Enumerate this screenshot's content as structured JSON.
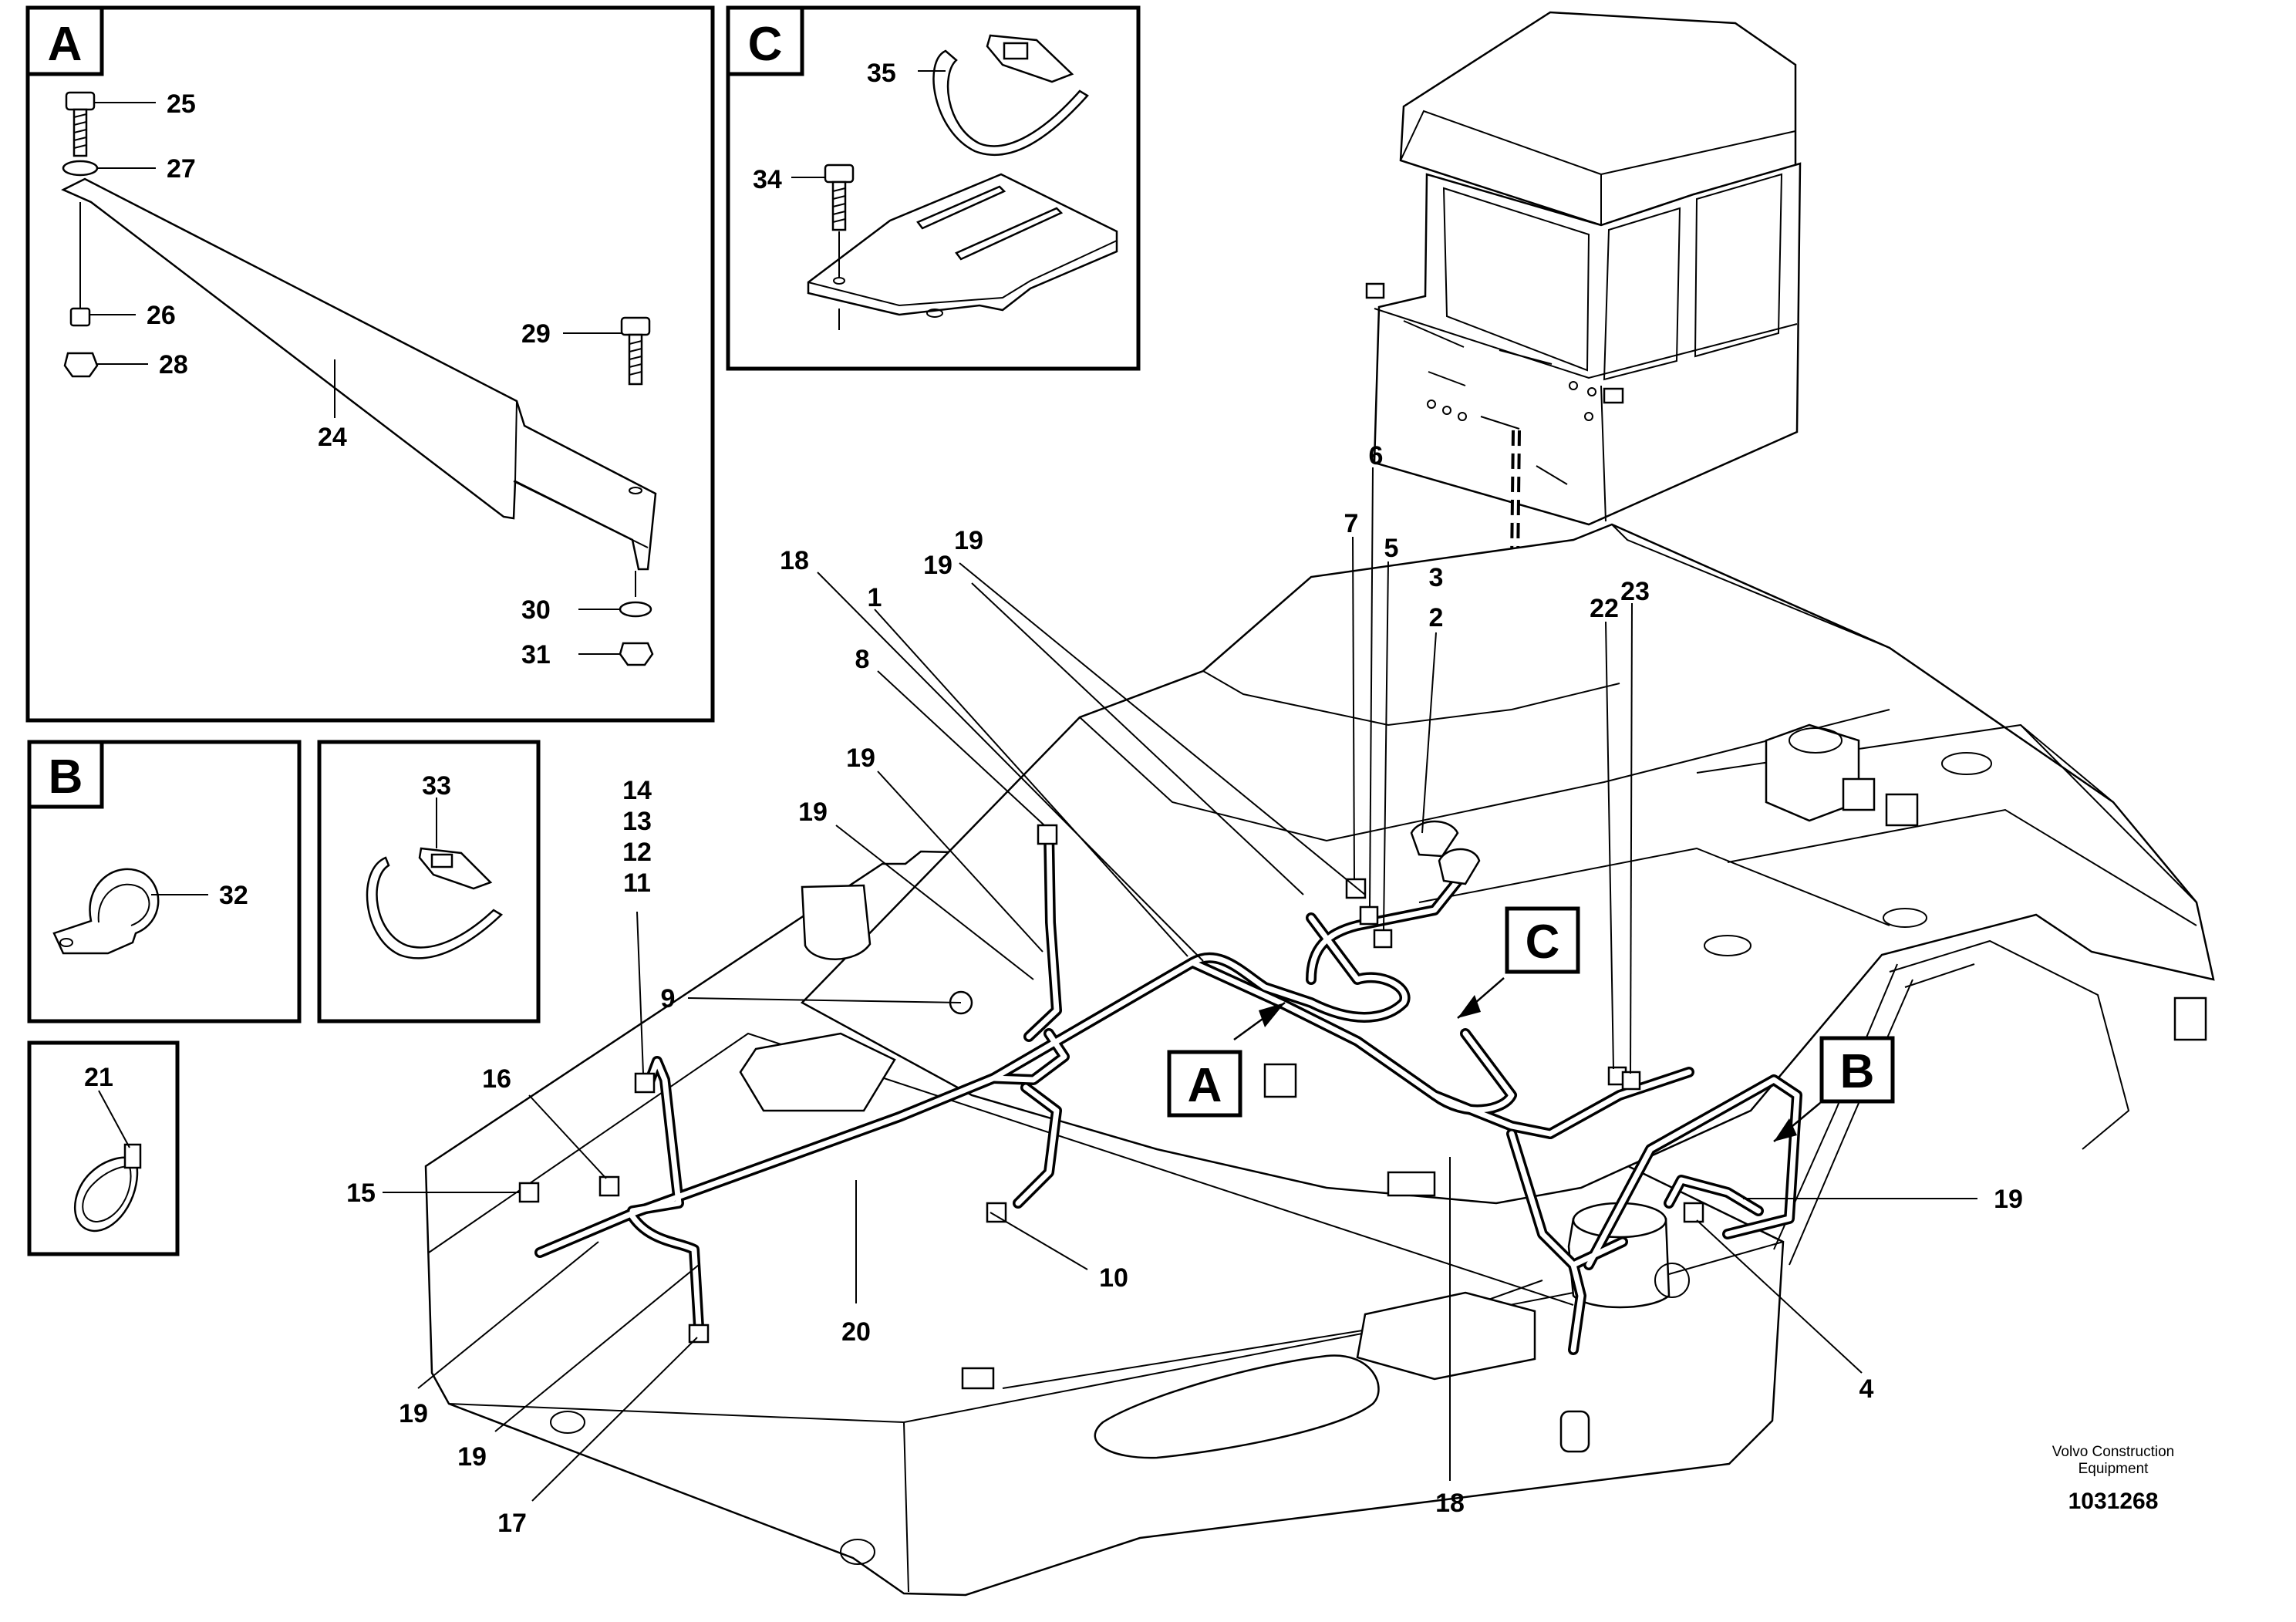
{
  "detail_boxes": {
    "A": {
      "letter": "A",
      "labels": [
        "25",
        "27",
        "26",
        "28",
        "24",
        "29",
        "30",
        "31"
      ]
    },
    "B": {
      "letter": "B",
      "labels": [
        "32"
      ]
    },
    "C": {
      "letter": "C",
      "labels": [
        "35",
        "34"
      ]
    },
    "clip_box": {
      "labels": [
        "33"
      ]
    },
    "tie_box": {
      "labels": [
        "21"
      ]
    }
  },
  "callouts": {
    "A": "A",
    "B": "B",
    "C": "C"
  },
  "main_labels": {
    "l7": "7",
    "l6": "6",
    "l5": "5",
    "l3": "3",
    "l2": "2",
    "l23": "23",
    "l22": "22",
    "l18a": "18",
    "l1": "1",
    "l8": "8",
    "l19a": "19",
    "l19b": "19",
    "l19c": "19",
    "l19d": "19",
    "l14": "14",
    "l13": "13",
    "l12": "12",
    "l11": "11",
    "l9": "9",
    "l16": "16",
    "l15": "15",
    "l10": "10",
    "l20": "20",
    "l19e": "19",
    "l19f": "19",
    "l17": "17",
    "l18b": "18",
    "l19g": "19",
    "l4": "4"
  },
  "footer": {
    "company_line1": "Volvo Construction",
    "company_line2": "Equipment",
    "drawing_number": "1031268"
  }
}
